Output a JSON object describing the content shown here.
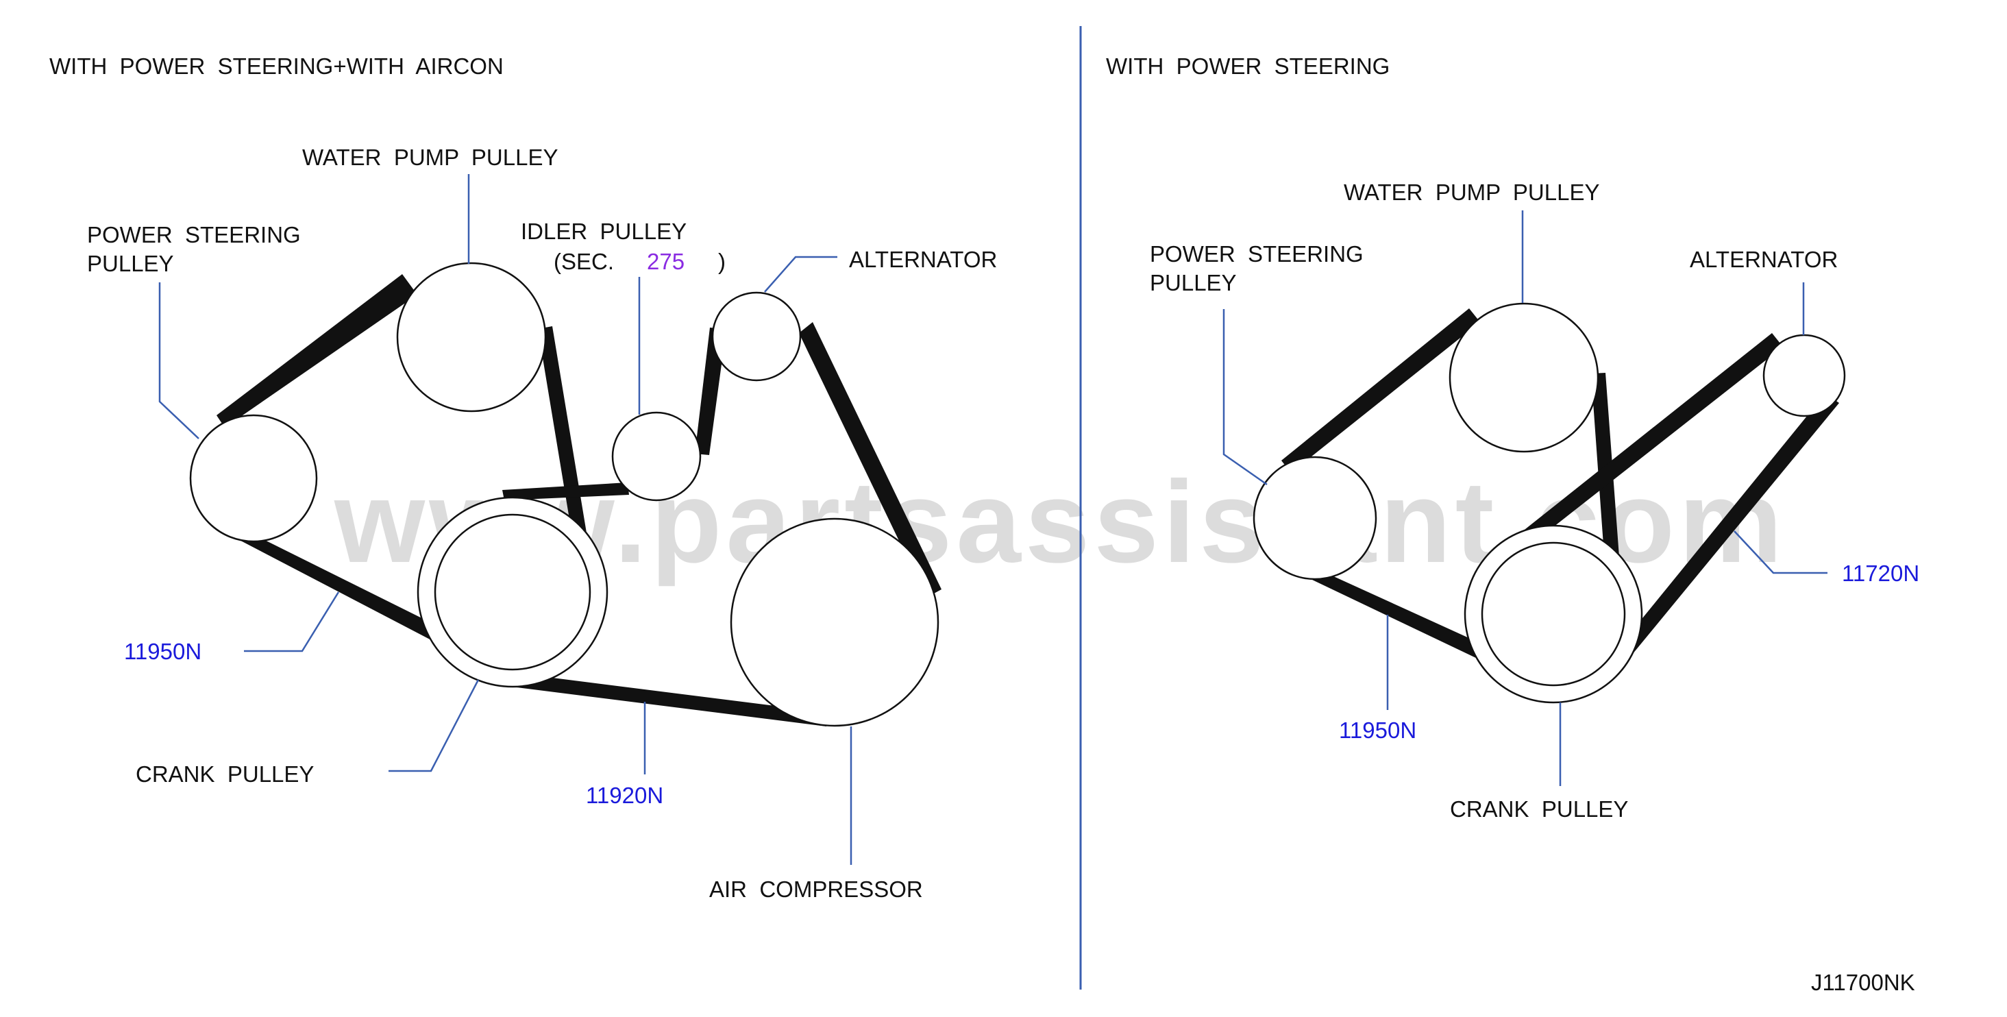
{
  "colors": {
    "background": "#ffffff",
    "ink": "#111111",
    "leader_line": "#3a5fb0",
    "part_number": "#1a1adb",
    "section_ref": "#8a2be2",
    "divider": "#3a5fb0",
    "watermark": "#dcdcdc"
  },
  "watermark": "www.partsassistant.com",
  "left_panel": {
    "title": "WITH  POWER  STEERING+WITH  AIRCON",
    "labels": {
      "water_pump": "WATER  PUMP  PULLEY",
      "power_steering_1": "POWER  STEERING",
      "power_steering_2": "PULLEY",
      "idler_1": "IDLER  PULLEY",
      "idler_sec_open": "(SEC.",
      "idler_sec_num": "275",
      "idler_sec_close": ")",
      "alternator": "ALTERNATOR",
      "crank": "CRANK  PULLEY",
      "air_compressor": "AIR  COMPRESSOR"
    },
    "part_numbers": {
      "ps_belt": "11950N",
      "ac_belt": "11920N"
    }
  },
  "right_panel": {
    "title": "WITH  POWER  STEERING",
    "labels": {
      "water_pump": "WATER  PUMP  PULLEY",
      "power_steering_1": "POWER  STEERING",
      "power_steering_2": "PULLEY",
      "alternator": "ALTERNATOR",
      "crank": "CRANK  PULLEY"
    },
    "part_numbers": {
      "ps_belt": "11950N",
      "alt_belt": "11720N"
    }
  },
  "figure_code": "J11700NK"
}
